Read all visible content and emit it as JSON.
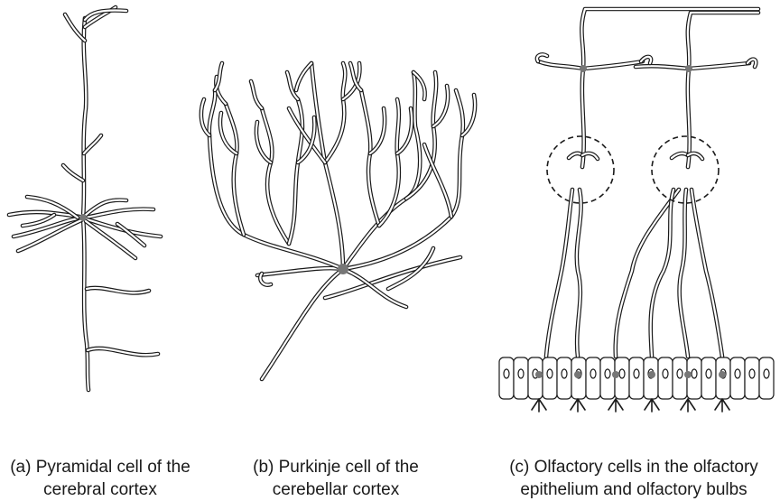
{
  "panels": [
    {
      "id": "a",
      "caption_line1": "(a) Pyramidal cell of the",
      "caption_line2": "cerebral cortex"
    },
    {
      "id": "b",
      "caption_line1": "(b) Purkinje cell of the",
      "caption_line2": "cerebellar cortex"
    },
    {
      "id": "c",
      "caption_line1": "(c) Olfactory cells in the olfactory",
      "caption_line2": "epithelium and olfactory bulbs"
    }
  ]
}
